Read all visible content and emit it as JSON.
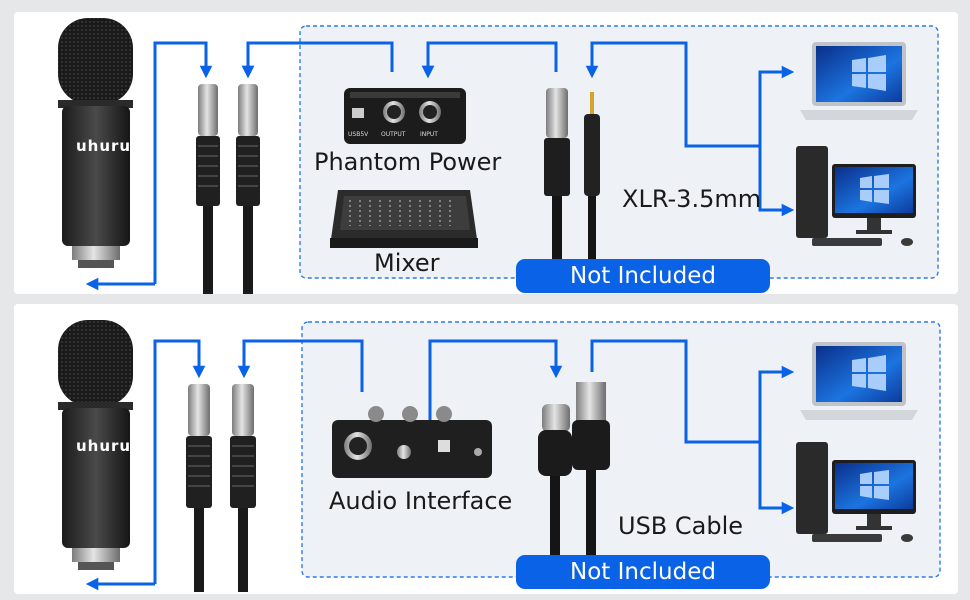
{
  "brand_mark": "uhuru",
  "accent_color": "#0a62e6",
  "top_section": {
    "labels": {
      "phantom_power": "Phantom Power",
      "mixer": "Mixer",
      "adapter": "XLR-3.5mm",
      "not_included": "Not Included"
    },
    "device_markings": {
      "usb_port": "USB5V",
      "output": "OUTPUT",
      "input": "INPUT"
    }
  },
  "bottom_section": {
    "labels": {
      "audio_interface": "Audio Interface",
      "usb_cable": "USB Cable",
      "not_included": "Not Included"
    }
  }
}
